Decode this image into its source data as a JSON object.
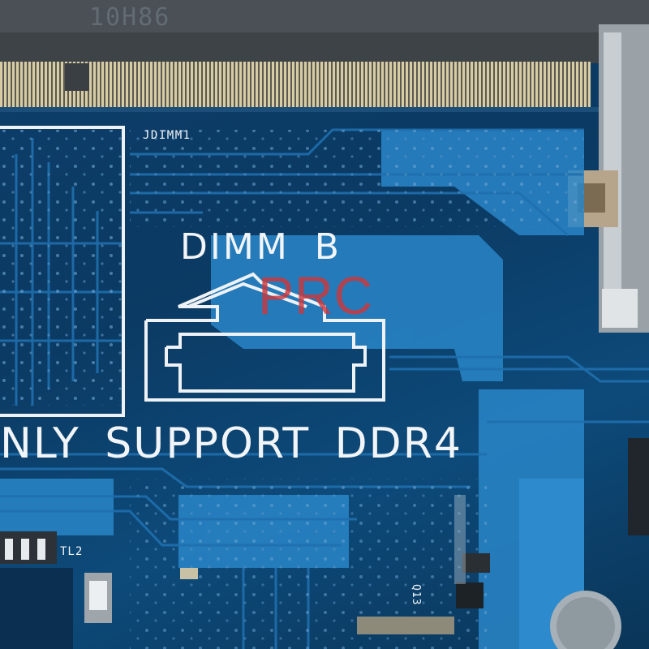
{
  "board": {
    "slot_label": "DIMM  B",
    "support_label": "NLY  SUPPORT  DDR4",
    "ref_jdimm": "JDIMM1",
    "ref_tl2": "TL2",
    "ref_q13": "Q13",
    "ref_top": "10H86"
  },
  "watermark": {
    "text": "PRC"
  },
  "colors": {
    "pcb_blue": "#0c3f6b",
    "trace_blue": "#1f6fae",
    "copper_pour": "#2a86c8",
    "silkscreen": "#f2f5f7",
    "gold_pin": "#d8c9a0",
    "watermark_red": "#cd373c"
  }
}
